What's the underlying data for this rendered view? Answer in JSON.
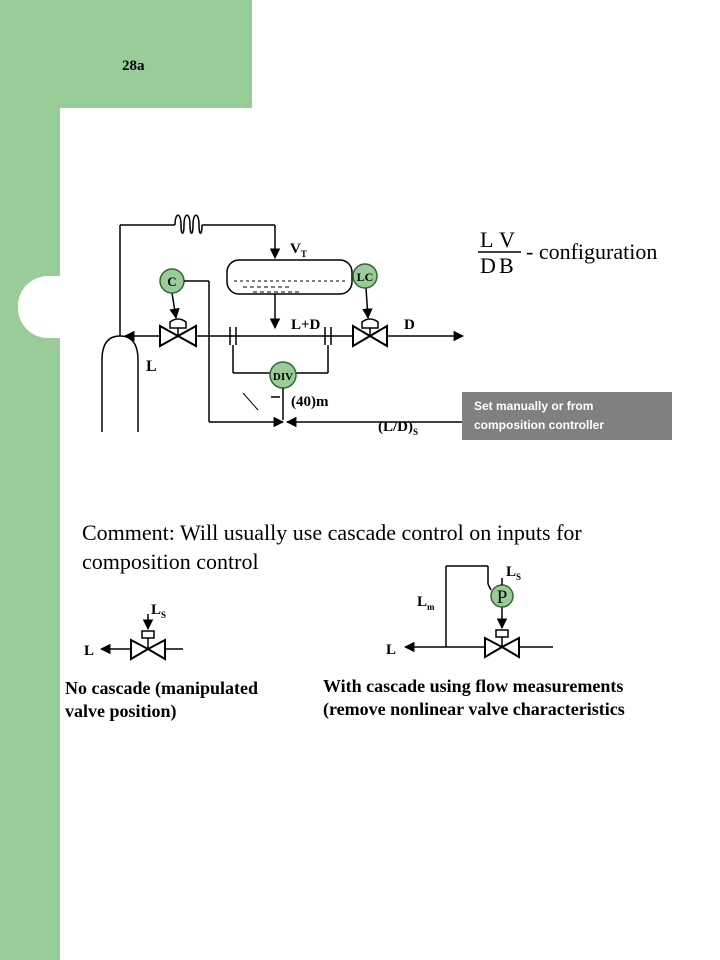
{
  "slide_number": "28a",
  "diagram": {
    "vapor_label": "V",
    "vapor_sub": "T",
    "controller_c": "C",
    "controller_lc": "LC",
    "stream_ld": "L+D",
    "stream_d": "D",
    "stream_l": "L",
    "divider": "DIV",
    "div_input": "(40)m",
    "ratio_set": "(L/D)",
    "ratio_sub": "S"
  },
  "config": {
    "num1": "L",
    "num2": "V",
    "den1": "D",
    "den2": "B",
    "suffix": "- configuration"
  },
  "note": {
    "line1": "Set manually or from",
    "line2": "composition controller"
  },
  "comment": "Comment: Will usually use cascade control on inputs for composition control",
  "no_cascade": {
    "setpoint": "L",
    "setpoint_sub": "S",
    "flow": "L",
    "caption_line1": "No cascade (manipulated",
    "caption_line2": "valve position)"
  },
  "with_cascade": {
    "setpoint": "L",
    "setpoint_sub": "S",
    "measured": "L",
    "measured_sub": "m",
    "controller": "P",
    "flow": "L",
    "caption_line1": "With cascade using flow measurements",
    "caption_line2": "(remove nonlinear valve characteristics"
  }
}
